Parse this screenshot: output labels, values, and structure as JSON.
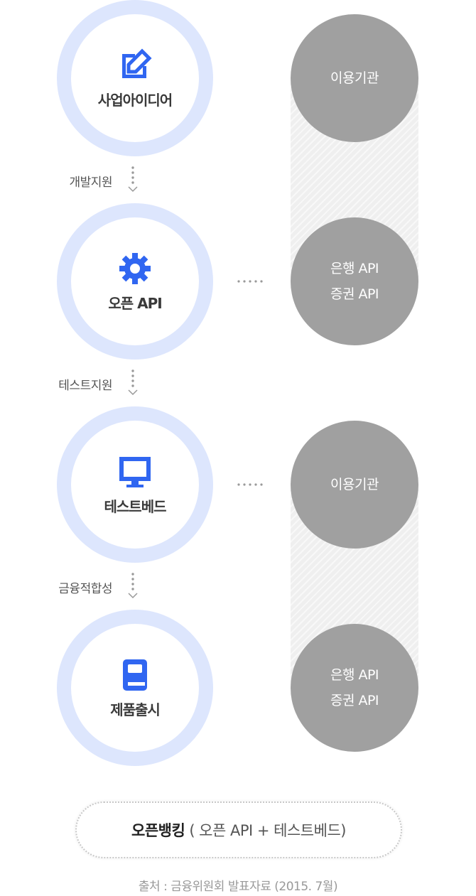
{
  "steps": [
    {
      "label": "사업아이디어",
      "icon": "edit-icon"
    },
    {
      "label": "오픈 API",
      "icon": "gear-icon"
    },
    {
      "label": "테스트베드",
      "icon": "monitor-icon"
    },
    {
      "label": "제품출시",
      "icon": "book-icon"
    }
  ],
  "transitions": [
    "개발지원",
    "테스트지원",
    "금융적합성"
  ],
  "right_circles": [
    {
      "lines": [
        "이용기관"
      ]
    },
    {
      "lines": [
        "은행 API",
        "증권 API"
      ]
    },
    {
      "lines": [
        "이용기관"
      ]
    },
    {
      "lines": [
        "은행 API",
        "증권 API"
      ]
    }
  ],
  "summary": {
    "title": "오픈뱅킹",
    "detail": "( 오픈 API + 테스트베드)"
  },
  "source": "출처 : 금융위원회 발표자료 (2015. 7월)",
  "colors": {
    "ring": "#dde6fd",
    "icon": "#3066f1",
    "gray_circle": "#a0a0a0",
    "band": "#efefef"
  }
}
